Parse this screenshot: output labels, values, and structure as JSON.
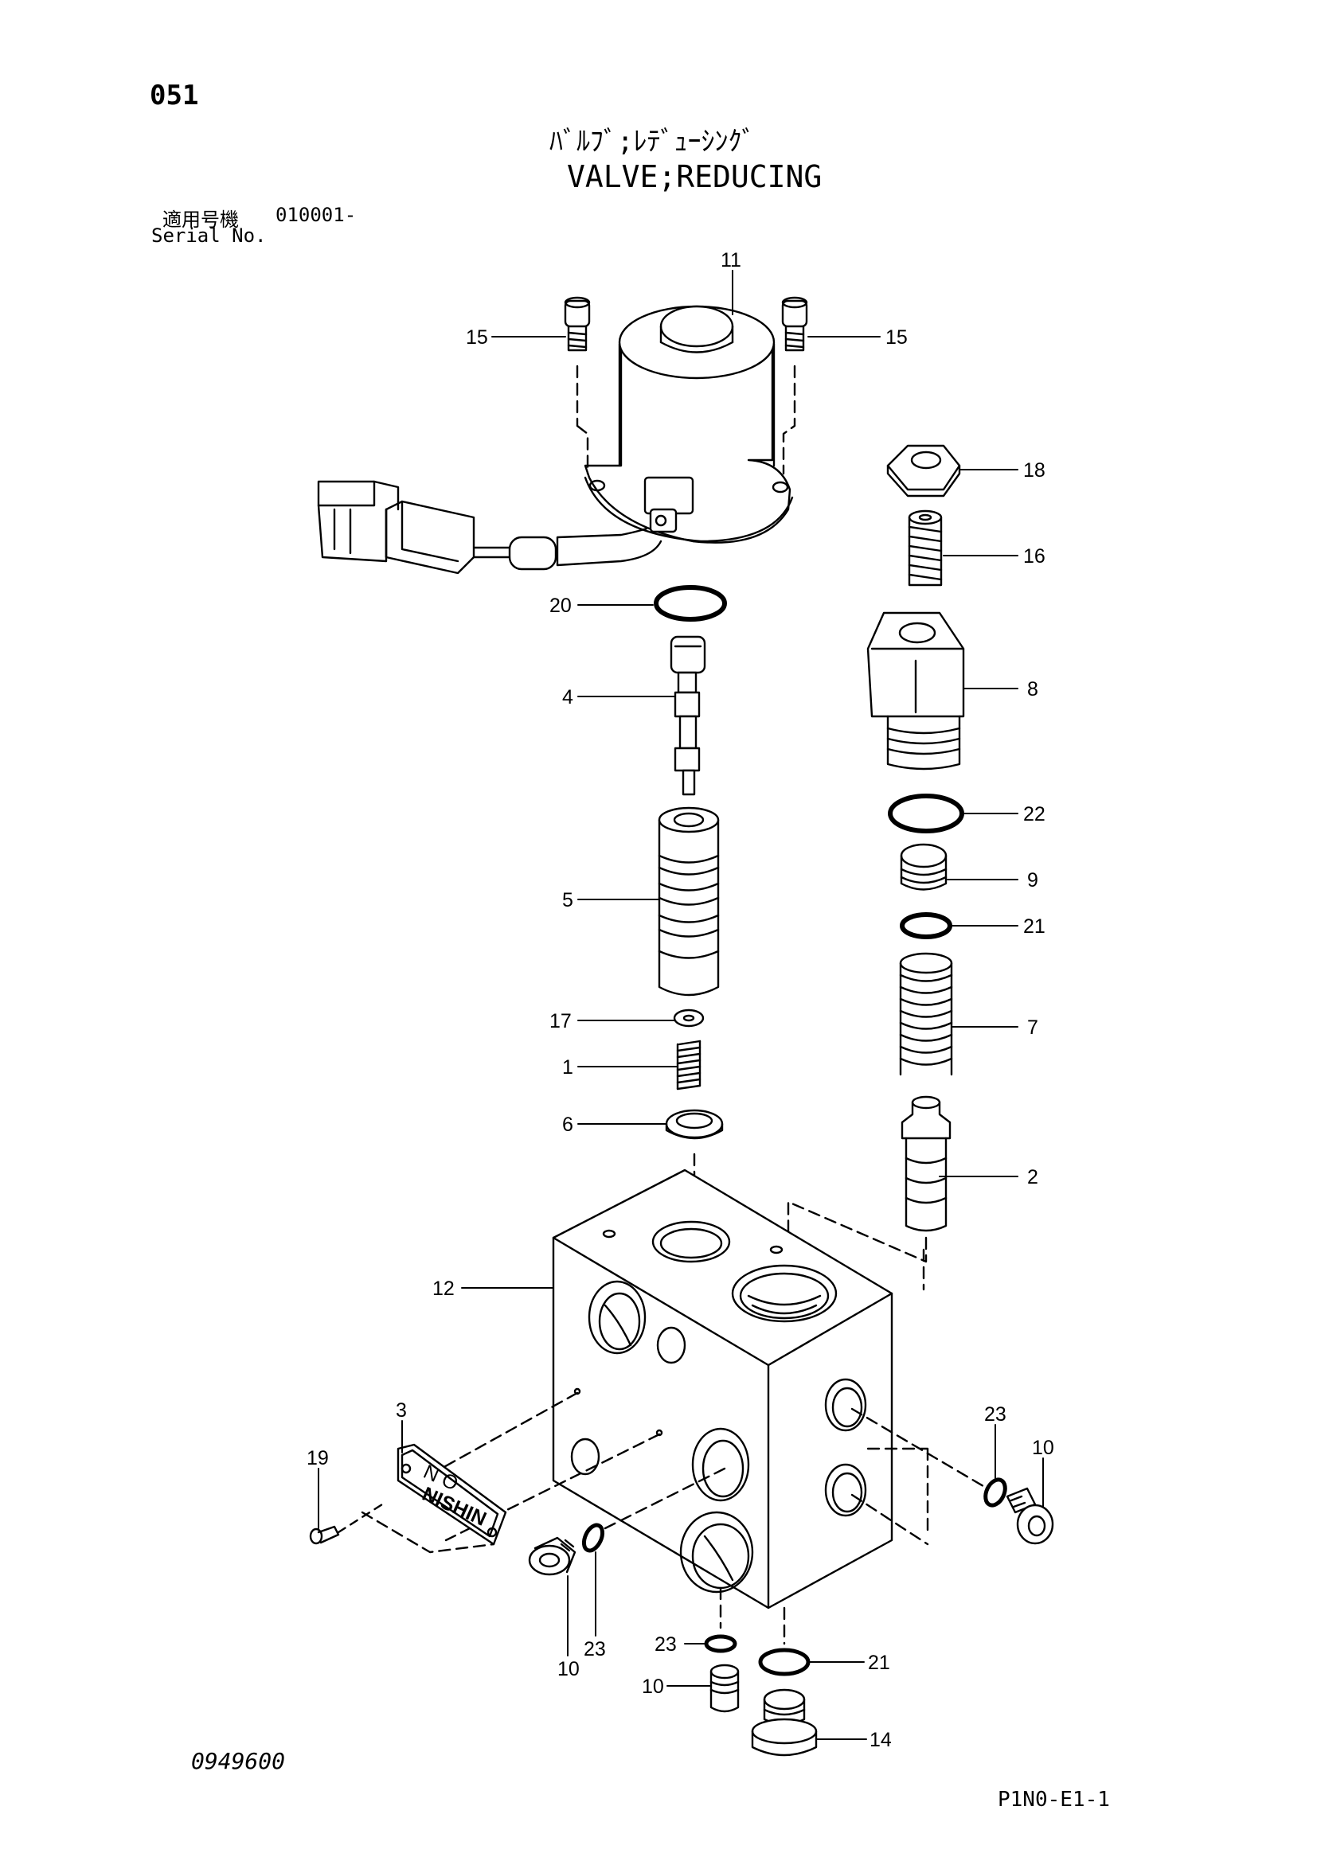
{
  "header": {
    "page_number": "051",
    "title_jp": "ﾊﾞﾙﾌﾞ;ﾚﾃﾞｭｰｼﾝｸﾞ",
    "title_en": "VALVE;REDUCING",
    "serial_label_jp": "適用号機",
    "serial_value": "010001-",
    "serial_label_en": "Serial No."
  },
  "plate_text": {
    "line1": "N O",
    "line2": "NISHIN"
  },
  "callouts": {
    "c11": "11",
    "c15a": "15",
    "c15b": "15",
    "c18": "18",
    "c16": "16",
    "c20": "20",
    "c8": "8",
    "c4": "4",
    "c22": "22",
    "c9": "9",
    "c21a": "21",
    "c5": "5",
    "c17": "17",
    "c7": "7",
    "c1": "1",
    "c6": "6",
    "c2": "2",
    "c12": "12",
    "c3": "3",
    "c19": "19",
    "c23a": "23",
    "c10a": "10",
    "c23b": "23",
    "c10b": "10",
    "c23c": "23",
    "c21b": "21",
    "c10c": "10",
    "c14": "14"
  },
  "footer": {
    "doc_number": "0949600",
    "page_ref": "P1N0-E1-1"
  }
}
